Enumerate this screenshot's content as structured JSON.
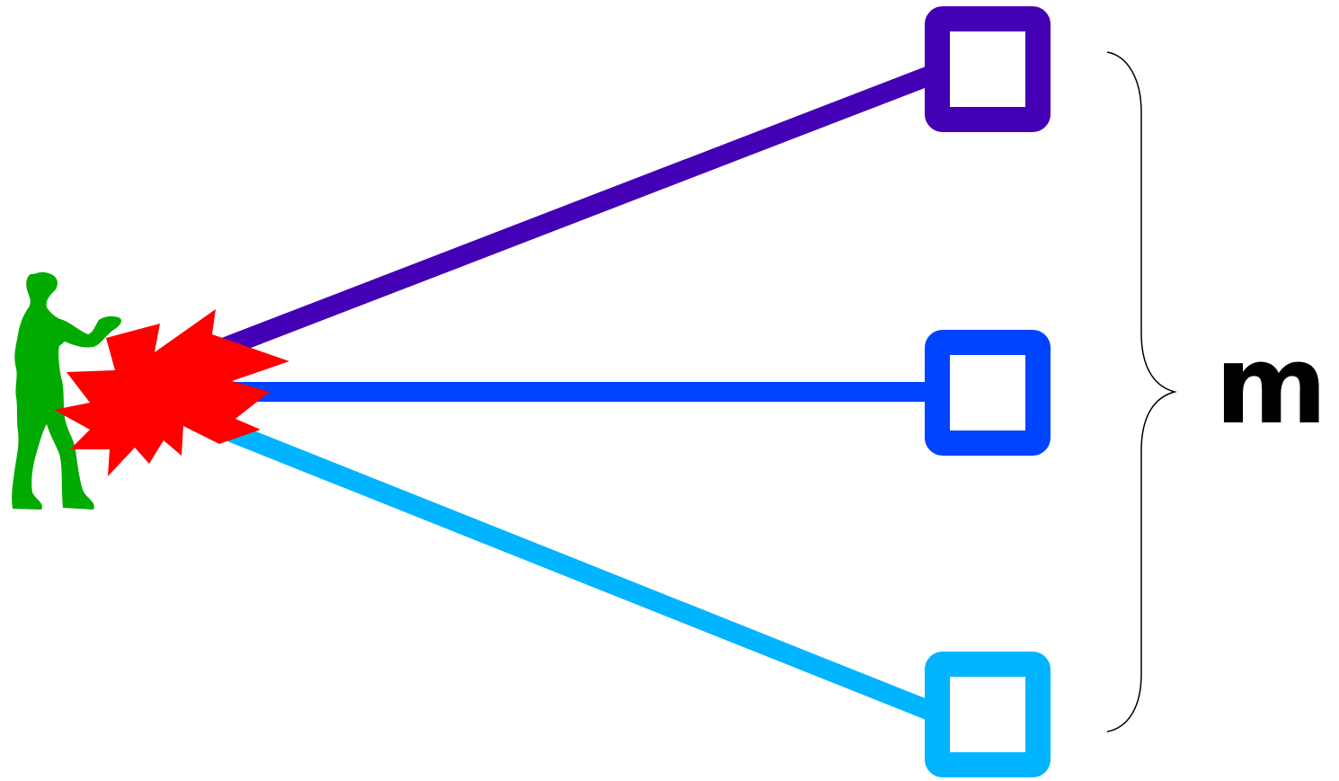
{
  "diagram": {
    "brace_label": "m",
    "colors": {
      "background": "#ffffff",
      "person": "#00aa00",
      "burst": "#ff0000",
      "brace": "#000000",
      "label": "#000000"
    },
    "receivers": [
      {
        "name": "receiver-top",
        "color": "#4400b4"
      },
      {
        "name": "receiver-middle",
        "color": "#0044ff"
      },
      {
        "name": "receiver-bottom",
        "color": "#00b4ff"
      }
    ],
    "icons": {
      "source": "person-icon",
      "event": "explosion-burst-icon",
      "receiver": "square-sensor-icon"
    }
  }
}
